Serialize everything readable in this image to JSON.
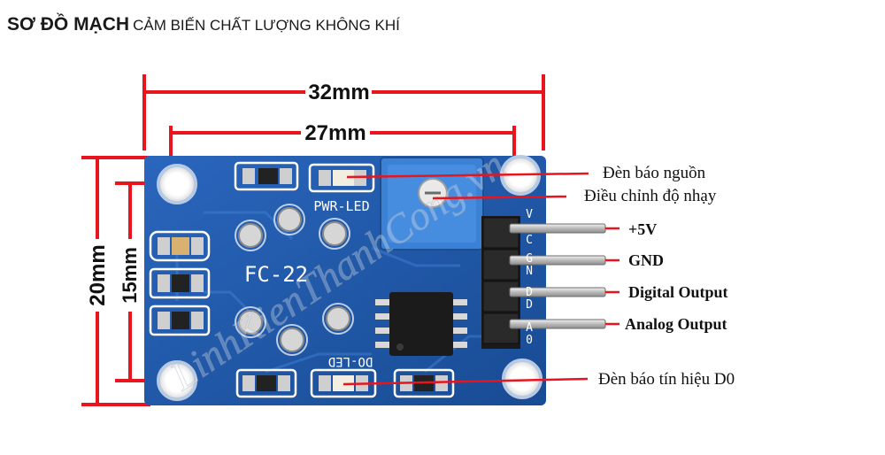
{
  "title": {
    "bold": "SƠ ĐỒ MẠCH",
    "subtitle": "CẢM BIẾN CHẤT LƯỢNG KHÔNG KHÍ"
  },
  "dimensions": {
    "outer_width": "32mm",
    "hole_spacing_width": "27mm",
    "outer_height": "20mm",
    "hole_spacing_height": "15mm"
  },
  "board": {
    "model": "FC-22",
    "power_led_silk": "PWR-LED",
    "do_led_silk": "DO-LED",
    "pin_letters": [
      "V",
      "C",
      "G",
      "N",
      "D",
      "D",
      "A",
      "0"
    ]
  },
  "callouts": {
    "power_led": "Đèn báo nguồn",
    "sensitivity": "Điều chỉnh độ nhạy",
    "vcc": "+5V",
    "gnd": "GND",
    "digital_out": "Digital Output",
    "analog_out": "Analog Output",
    "d0_led": "Đèn báo tín hiệu D0"
  },
  "watermark": "LinhKienThanhCong.vn",
  "colors": {
    "dimension_line": "#e8141e",
    "pcb": "#1f57a8",
    "pcb_dark": "#143d7a",
    "potentiometer": "#3b82d6",
    "callout_line": "#e8141e"
  }
}
